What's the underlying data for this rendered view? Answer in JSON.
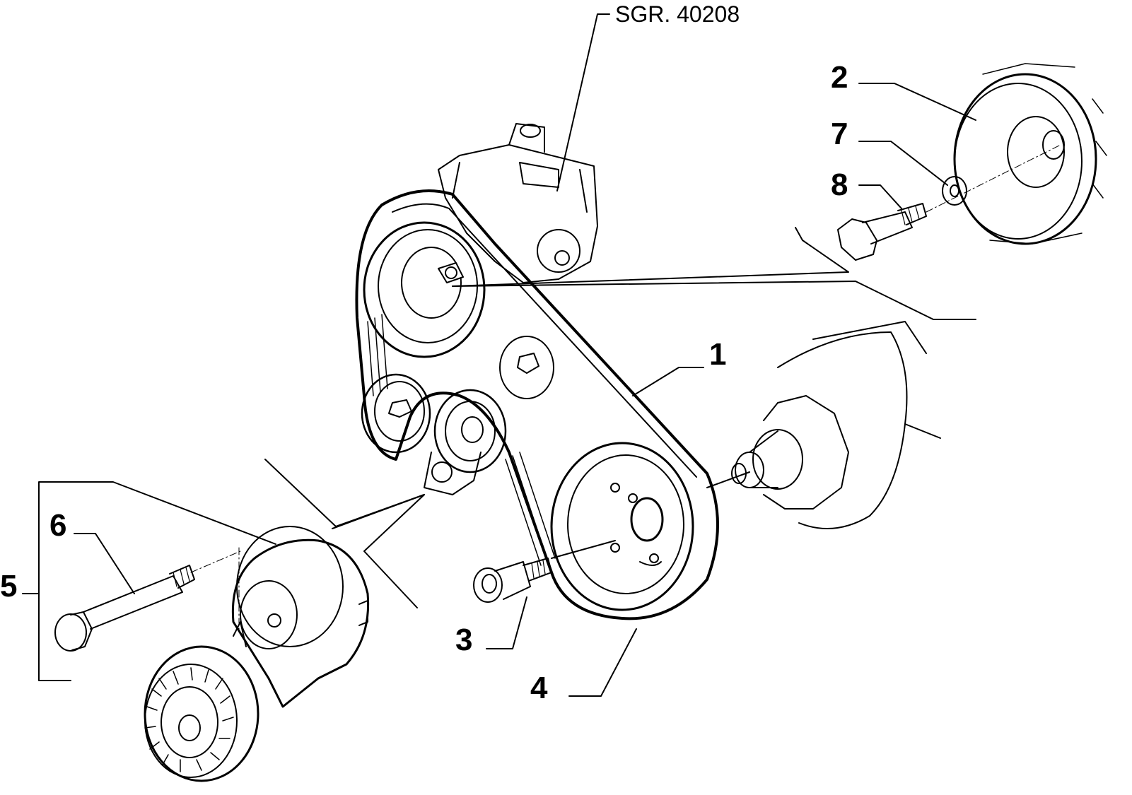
{
  "diagram": {
    "reference_label": "SGR. 40208",
    "callouts": [
      "1",
      "2",
      "3",
      "4",
      "5",
      "6",
      "7",
      "8"
    ],
    "line_color": "#000000",
    "background": "#ffffff"
  }
}
